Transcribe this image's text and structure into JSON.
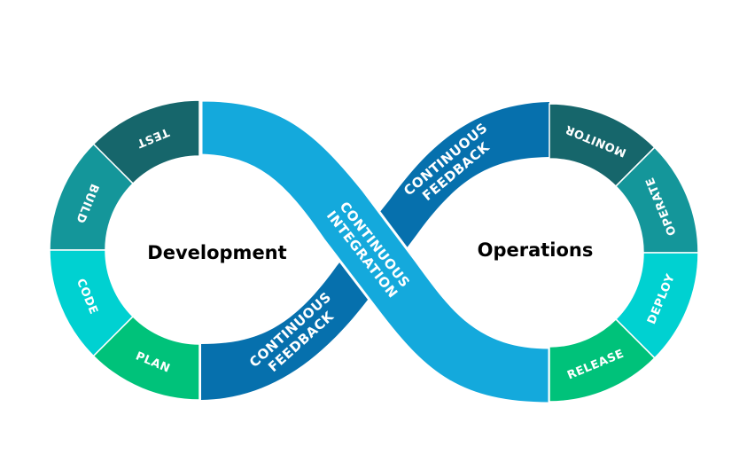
{
  "diagram": {
    "title": "DevOps infinity loop",
    "left_loop": {
      "label": "Development",
      "stages": [
        {
          "label": "TEST",
          "color": "#16666B"
        },
        {
          "label": "BUILD",
          "color": "#14969A"
        },
        {
          "label": "CODE",
          "color": "#00D1D1"
        },
        {
          "label": "PLAN",
          "color": "#00C27A"
        }
      ]
    },
    "right_loop": {
      "label": "Operations",
      "stages": [
        {
          "label": "MONITOR",
          "color": "#16666B"
        },
        {
          "label": "OPERATE",
          "color": "#14969A"
        },
        {
          "label": "DEPLOY",
          "color": "#00D1D1"
        },
        {
          "label": "RELEASE",
          "color": "#00C27A"
        }
      ]
    },
    "bands": {
      "integration": {
        "line1": "CONTINUOUS",
        "line2": "INTEGRATION",
        "color": "#14A9DC"
      },
      "feedback_top": {
        "line1": "CONTINUOUS",
        "line2": "FEEDBACK",
        "color": "#0670AD"
      },
      "feedback_bottom": {
        "line1": "CONTINUOUS",
        "line2": "FEEDBACK",
        "color": "#0670AD"
      }
    }
  }
}
